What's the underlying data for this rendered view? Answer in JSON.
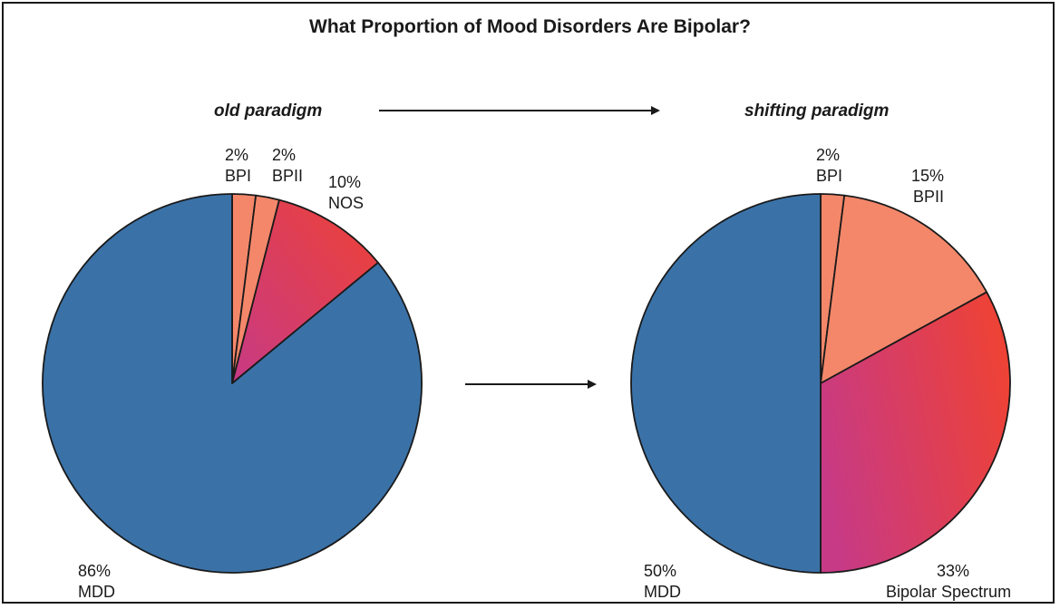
{
  "title": "What Proportion of Mood Disorders Are Bipolar?",
  "colors": {
    "mdd": "#3a72a8",
    "bp_light": "#f4876a",
    "gradient_start": "#c73a85",
    "gradient_end": "#ee4235",
    "outline": "#1a1a1a"
  },
  "chart_data": [
    {
      "type": "pie",
      "title": "old paradigm",
      "slices": [
        {
          "pct": "2%",
          "name": "BPI",
          "value": 2,
          "fill": "light"
        },
        {
          "pct": "2%",
          "name": "BPII",
          "value": 2,
          "fill": "light"
        },
        {
          "pct": "10%",
          "name": "NOS",
          "value": 10,
          "fill": "gradient"
        },
        {
          "pct": "86%",
          "name": "MDD",
          "value": 86,
          "fill": "mdd"
        }
      ]
    },
    {
      "type": "pie",
      "title": "shifting paradigm",
      "slices": [
        {
          "pct": "2%",
          "name": "BPI",
          "value": 2,
          "fill": "light"
        },
        {
          "pct": "15%",
          "name": "BPII",
          "value": 15,
          "fill": "light"
        },
        {
          "pct": "33%",
          "name": "Bipolar Spectrum",
          "value": 33,
          "fill": "gradient"
        },
        {
          "pct": "50%",
          "name": "MDD",
          "value": 50,
          "fill": "mdd"
        }
      ]
    }
  ]
}
